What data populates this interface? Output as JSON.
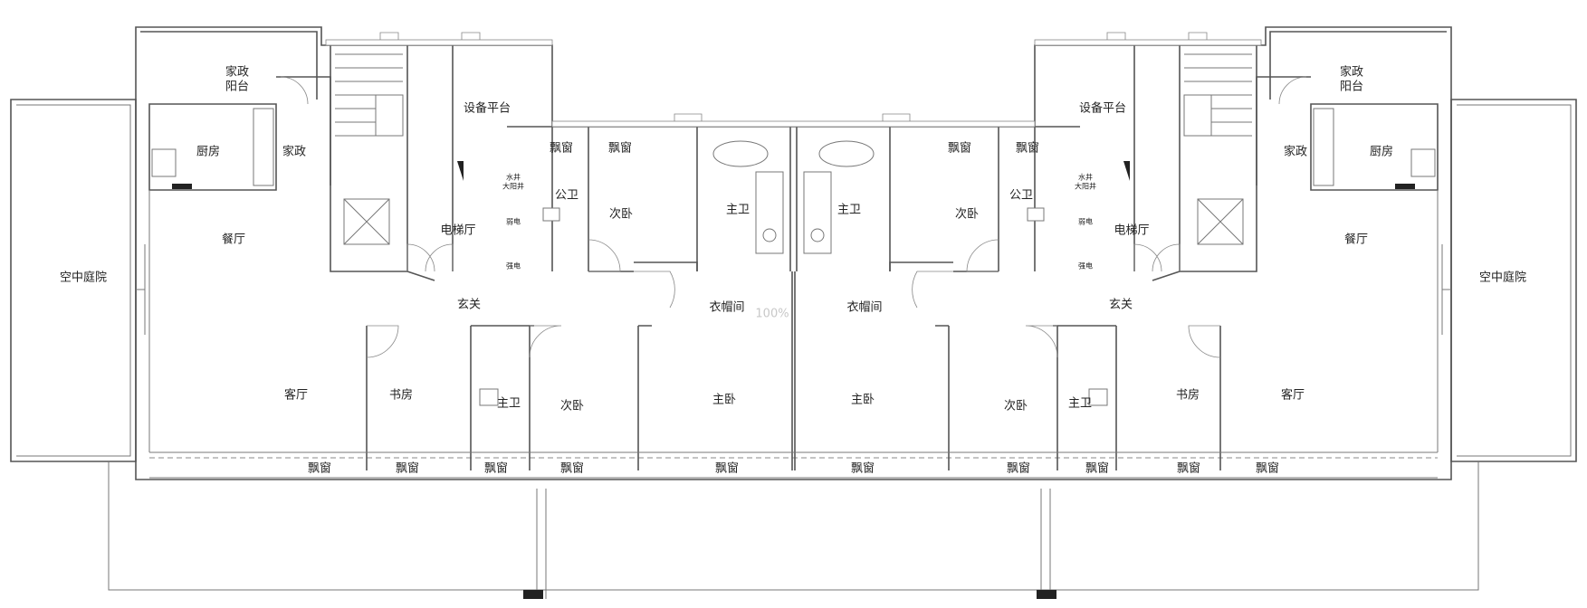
{
  "viewer": {
    "zoom": "100%"
  },
  "left_unit": {
    "sky_courtyard": "空中庭院",
    "housekeeping_balcony": [
      "家政",
      "阳台"
    ],
    "kitchen": "厨房",
    "housekeeping": "家政",
    "equipment_platform": "设备平台",
    "bay_window_a": "飘窗",
    "bay_window_b": "飘窗",
    "water_well": [
      "水井",
      "大阳井"
    ],
    "public_bath": "公卫",
    "weak_current": "弱电",
    "strong_current": "强电",
    "elevator_hall": "电梯厅",
    "dining": "餐厅",
    "second_bedroom_upper": "次卧",
    "master_bath_upper": "主卫",
    "foyer": "玄关",
    "cloakroom": "衣帽间",
    "living": "客厅",
    "study": "书房",
    "master_bath_lower": "主卫",
    "second_bedroom_lower": "次卧",
    "master_bedroom": "主卧",
    "bottom_windows": [
      "飘窗",
      "飘窗",
      "飘窗",
      "飘窗",
      "飘窗"
    ]
  },
  "right_unit": {
    "sky_courtyard": "空中庭院",
    "housekeeping_balcony": [
      "家政",
      "阳台"
    ],
    "kitchen": "厨房",
    "housekeeping": "家政",
    "equipment_platform": "设备平台",
    "bay_window_a": "飘窗",
    "bay_window_b": "飘窗",
    "water_well": [
      "水井",
      "大阳井"
    ],
    "public_bath": "公卫",
    "weak_current": "弱电",
    "strong_current": "强电",
    "elevator_hall": "电梯厅",
    "dining": "餐厅",
    "second_bedroom_upper": "次卧",
    "master_bath_upper": "主卫",
    "foyer": "玄关",
    "cloakroom": "衣帽间",
    "living": "客厅",
    "study": "书房",
    "master_bath_lower": "主卫",
    "second_bedroom_lower": "次卧",
    "master_bedroom": "主卧",
    "bottom_windows": [
      "飘窗",
      "飘窗",
      "飘窗",
      "飘窗",
      "飘窗"
    ]
  }
}
